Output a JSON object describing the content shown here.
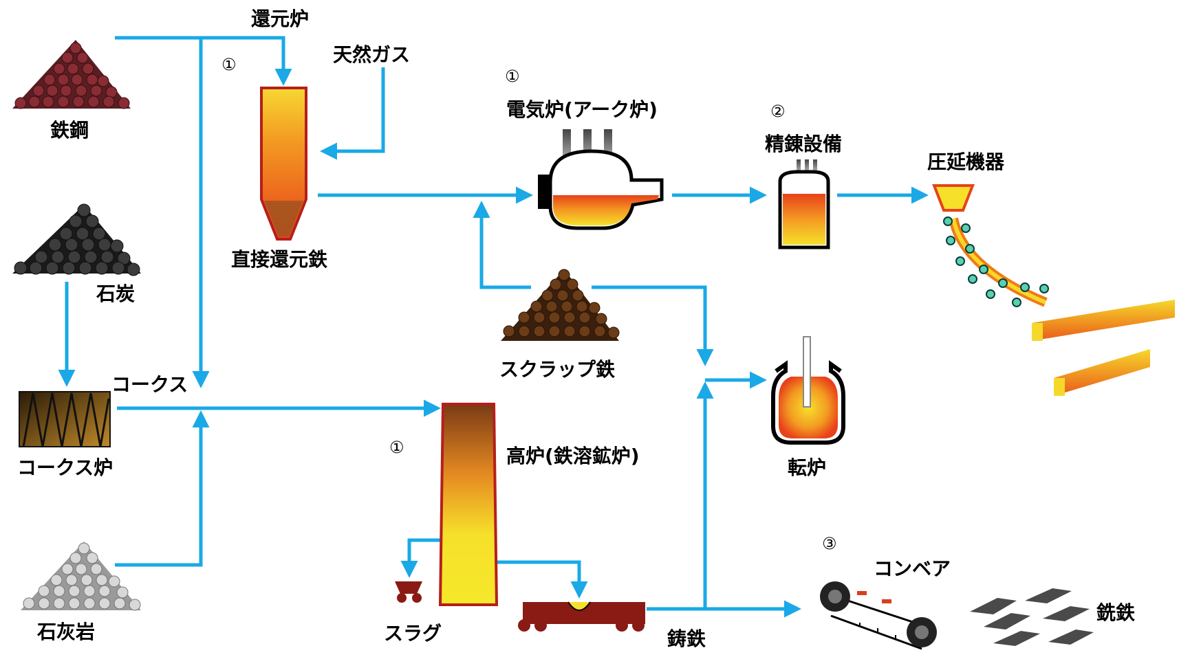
{
  "labels": {
    "iron_ore": "鉄鋼",
    "coal": "石炭",
    "coke_oven": "コークス炉",
    "limestone": "石灰岩",
    "reduction_furnace": "還元炉",
    "natural_gas": "天然ガス",
    "coke": "コークス",
    "direct_reduced_iron": "直接還元鉄",
    "electric_furnace": "電気炉(アーク炉)",
    "refining_equipment": "精錬設備",
    "rolling_mill": "圧延機器",
    "scrap_iron": "スクラップ鉄",
    "converter": "転炉",
    "blast_furnace": "高炉(鉄溶鉱炉)",
    "slag": "スラグ",
    "cast_iron": "鋳鉄",
    "conveyor": "コンベア",
    "pig_iron": "銑鉄"
  },
  "markers": {
    "reduction": "①",
    "electric": "①",
    "refining": "②",
    "blast": "①",
    "conveyor": "③"
  },
  "colors": {
    "arrow": "#1aa9e6",
    "furnace_red": "#b51f1b",
    "molten_yellow": "#f2e21a",
    "molten_orange": "#f07a16"
  }
}
